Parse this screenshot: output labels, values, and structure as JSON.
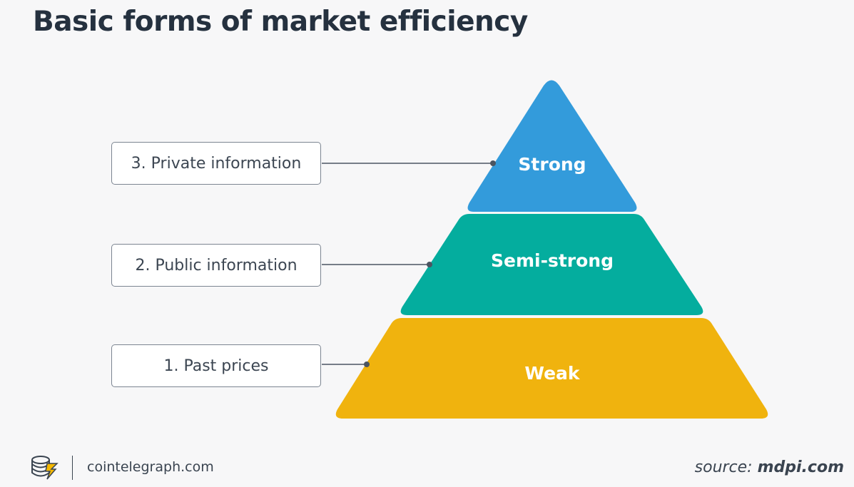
{
  "title": "Basic forms of market efficiency",
  "pyramid": {
    "levels": [
      {
        "label": "Strong",
        "color": "#339bdb"
      },
      {
        "label": "Semi-strong",
        "color": "#04ad9e"
      },
      {
        "label": "Weak",
        "color": "#f0b30e"
      }
    ]
  },
  "info_boxes": [
    {
      "text": "3. Private information"
    },
    {
      "text": "2. Public information"
    },
    {
      "text": "1. Past prices"
    }
  ],
  "connector_color": "#4b5562",
  "footer": {
    "site": "cointelegraph.com",
    "source_prefix": "source: ",
    "source_name": "mdpi.com",
    "logo_color": "#3a4450",
    "logo_accent": "#f5b800"
  }
}
